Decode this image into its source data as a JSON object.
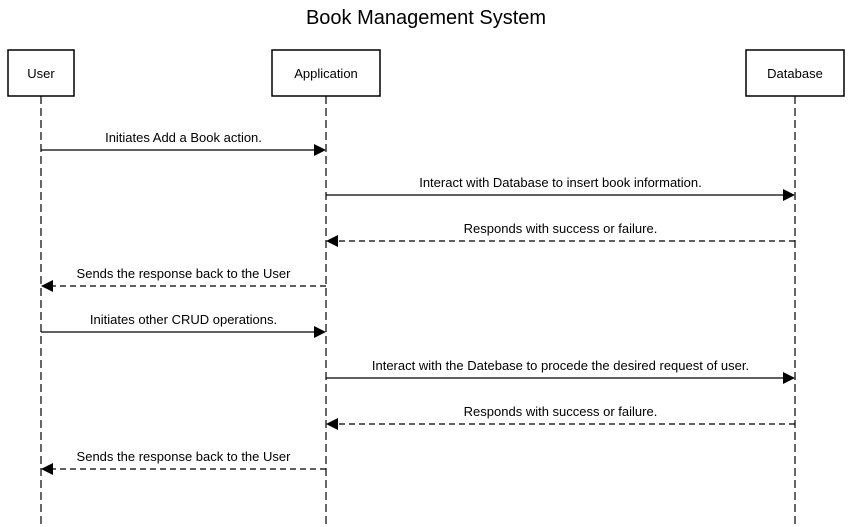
{
  "title": "Book Management System",
  "colors": {
    "background": "#ffffff",
    "stroke": "#000000",
    "text": "#000000"
  },
  "participants": [
    {
      "id": "user",
      "label": "User"
    },
    {
      "id": "application",
      "label": "Application"
    },
    {
      "id": "database",
      "label": "Database"
    }
  ],
  "messages": [
    {
      "from": "user",
      "to": "application",
      "label": "Initiates Add a Book action.",
      "style": "solid"
    },
    {
      "from": "application",
      "to": "database",
      "label": "Interact with Database to insert book information.",
      "style": "solid"
    },
    {
      "from": "database",
      "to": "application",
      "label": "Responds with success or failure.",
      "style": "dashed"
    },
    {
      "from": "application",
      "to": "user",
      "label": "Sends the response back to the User",
      "style": "dashed"
    },
    {
      "from": "user",
      "to": "application",
      "label": "Initiates other CRUD operations.",
      "style": "solid"
    },
    {
      "from": "application",
      "to": "database",
      "label": "Interact with the Datebase to procede the desired request of user.",
      "style": "solid"
    },
    {
      "from": "database",
      "to": "application",
      "label": "Responds with success or failure.",
      "style": "dashed"
    },
    {
      "from": "application",
      "to": "user",
      "label": "Sends the response back to the User",
      "style": "dashed"
    }
  ]
}
